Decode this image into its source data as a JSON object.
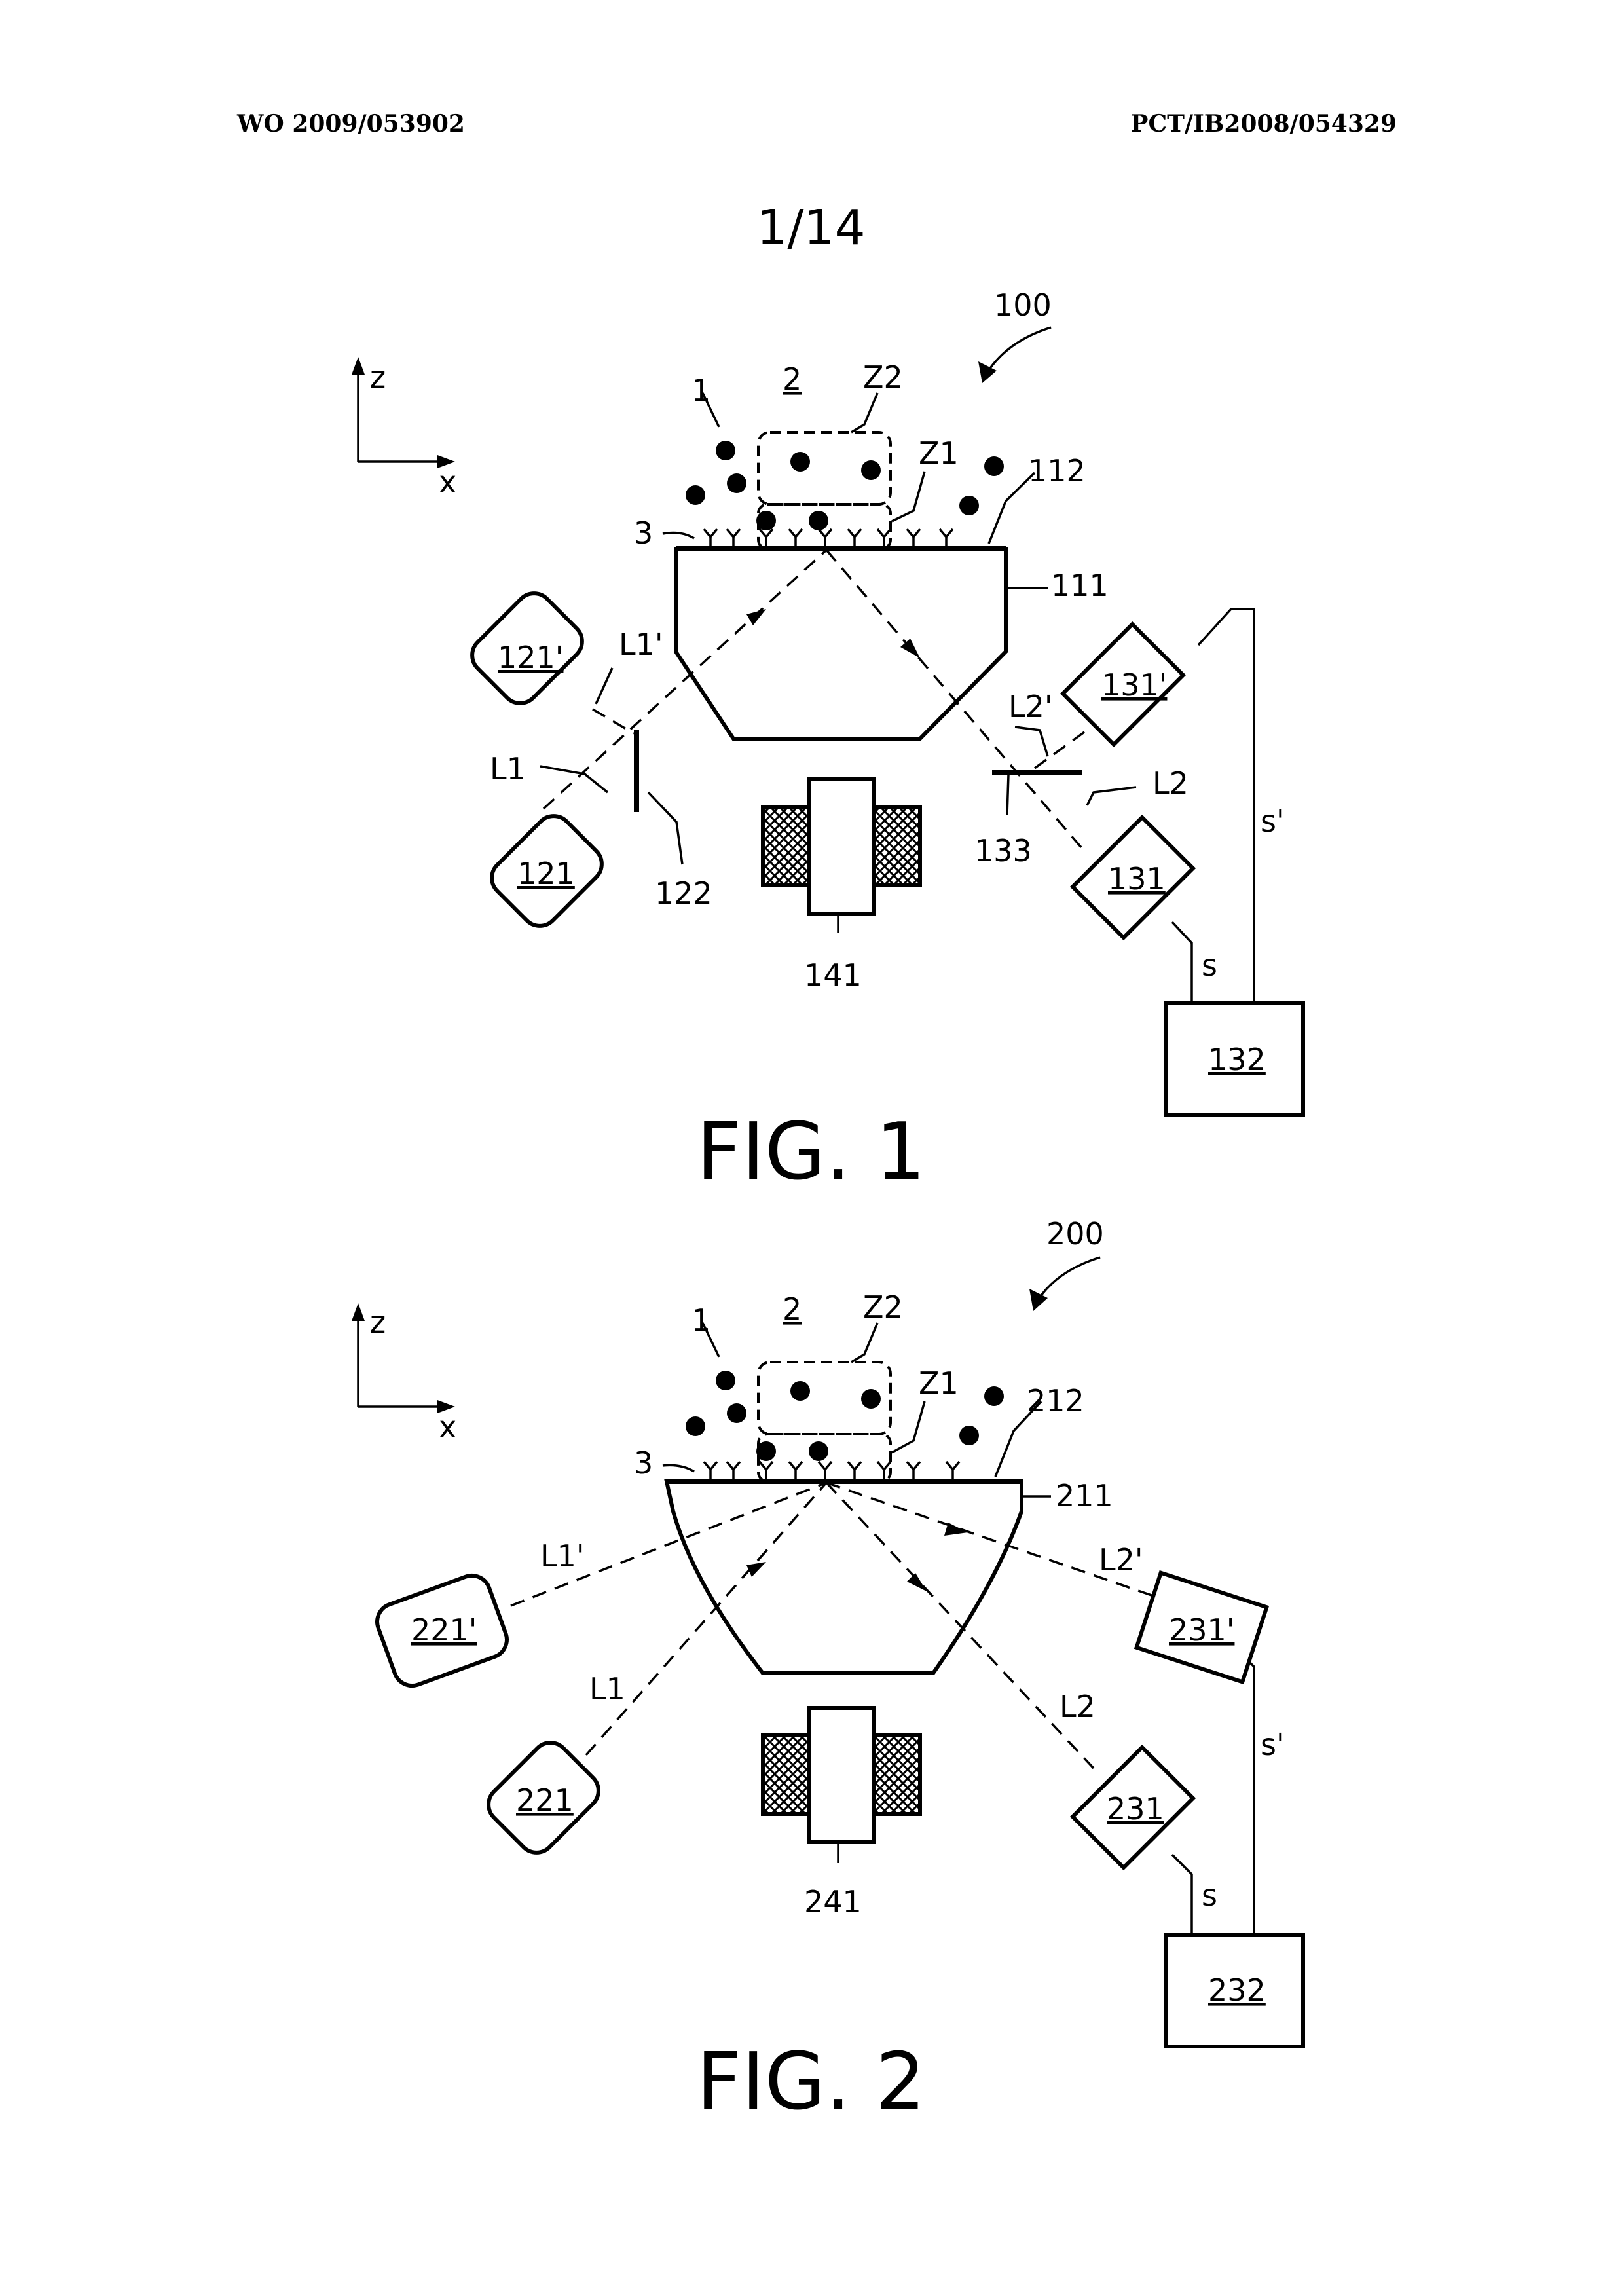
{
  "header": {
    "left": "WO 2009/053902",
    "right": "PCT/IB2008/054329"
  },
  "page_number": "1/14",
  "fig1": {
    "caption": "FIG. 1",
    "ref_device": "100",
    "axis_z": "z",
    "axis_x": "x",
    "label_1": "1",
    "label_2": "2",
    "label_z2": "Z2",
    "label_z1": "Z1",
    "label_3": "3",
    "label_112": "112",
    "label_111": "111",
    "label_121p": "121'",
    "label_121": "121",
    "label_l1p": "L1'",
    "label_l1": "L1",
    "label_122": "122",
    "label_141": "141",
    "label_133": "133",
    "label_l2p": "L2'",
    "label_l2": "L2",
    "label_131p": "131'",
    "label_131": "131",
    "label_s": "s",
    "label_sp": "s'",
    "label_132": "132"
  },
  "fig2": {
    "caption": "FIG. 2",
    "ref_device": "200",
    "axis_z": "z",
    "axis_x": "x",
    "label_1": "1",
    "label_2": "2",
    "label_z2": "Z2",
    "label_z1": "Z1",
    "label_3": "3",
    "label_212": "212",
    "label_211": "211",
    "label_221p": "221'",
    "label_221": "221",
    "label_l1p": "L1'",
    "label_l1": "L1",
    "label_241": "241",
    "label_l2p": "L2'",
    "label_l2": "L2",
    "label_231p": "231'",
    "label_231": "231",
    "label_s": "s",
    "label_sp": "s'",
    "label_232": "232"
  }
}
